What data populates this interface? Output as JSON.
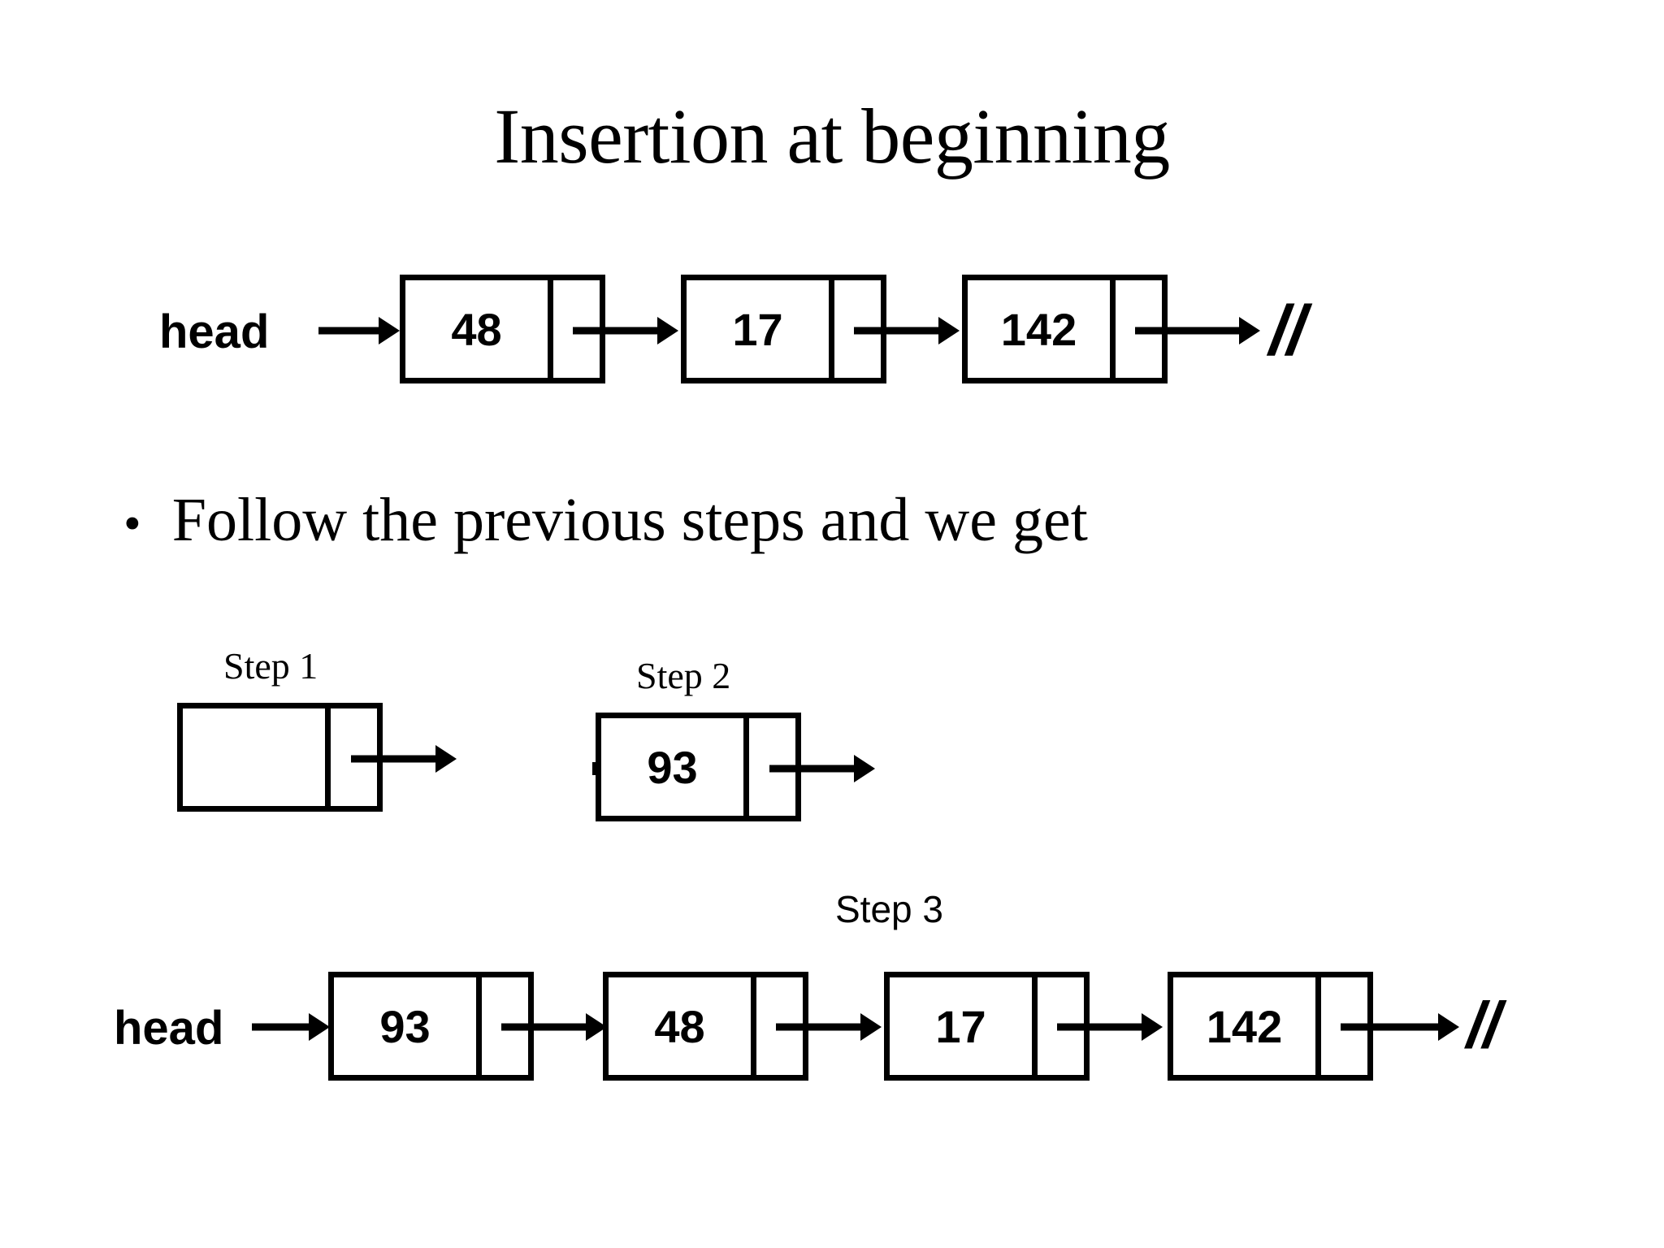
{
  "slide": {
    "title": "Insertion at beginning",
    "bullet_marker": "•",
    "bullet_text": "Follow the previous steps and we get",
    "background_color": "#ffffff",
    "ink_color": "#000000"
  },
  "top_list": {
    "head_label": "head",
    "null_marker": "//",
    "nodes": [
      {
        "value": "48"
      },
      {
        "value": "17"
      },
      {
        "value": "142"
      }
    ]
  },
  "steps": [
    {
      "caption": "Step 1",
      "node": {
        "value": ""
      },
      "null_marker": ""
    },
    {
      "caption": "Step 2",
      "node": {
        "value": "93"
      },
      "null_marker": ""
    },
    {
      "caption": "Step 3"
    }
  ],
  "bottom_list": {
    "head_label": "head",
    "null_marker": "//",
    "nodes": [
      {
        "value": "93"
      },
      {
        "value": "48"
      },
      {
        "value": "17"
      },
      {
        "value": "142"
      }
    ]
  }
}
